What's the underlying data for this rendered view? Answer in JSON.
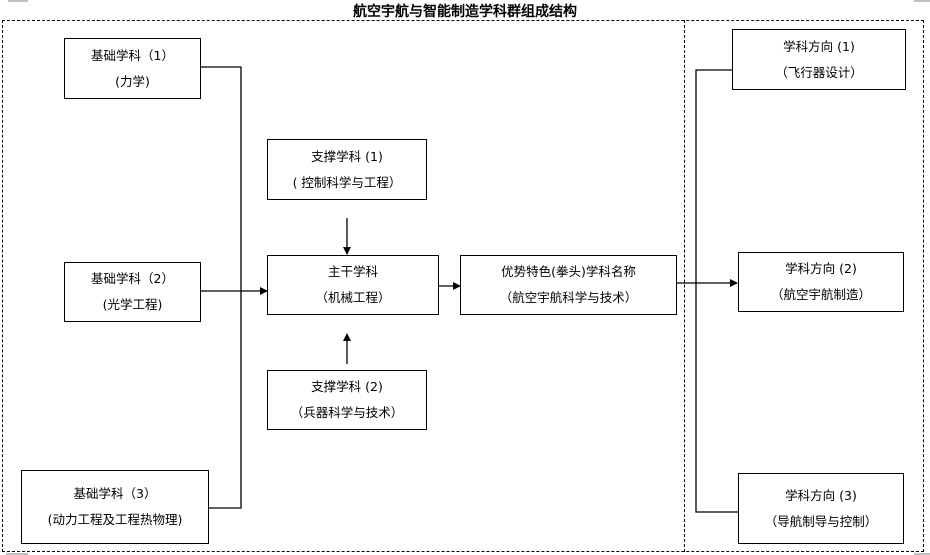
{
  "title": "航空宇航与智能制造学科群组成结构",
  "basic_subjects": [
    {
      "line1": "基础学科（1）",
      "line2": "(力学)"
    },
    {
      "line1": "基础学科（2）",
      "line2": "(光学工程)"
    },
    {
      "line1": "基础学科（3）",
      "line2": "(动力工程及工程热物理)"
    }
  ],
  "support_subjects": [
    {
      "line1": "支撑学科 (1)",
      "line2": "(  控制科学与工程）"
    },
    {
      "line1": "支撑学科 (2)",
      "line2": "（兵器科学与技术）"
    }
  ],
  "main_subject": {
    "line1": "主干学科",
    "line2": "（机械工程）"
  },
  "flagship_subject": {
    "line1": "优势特色(拳头)学科名称",
    "line2": "（航空宇航科学与技术）"
  },
  "directions": [
    {
      "line1": "学科方向 (1)",
      "line2": "（飞行器设计）"
    },
    {
      "line1": "学科方向 (2)",
      "line2": "（航空宇航制造）"
    },
    {
      "line1": "学科方向 (3)",
      "line2": "（导航制导与控制）"
    }
  ]
}
